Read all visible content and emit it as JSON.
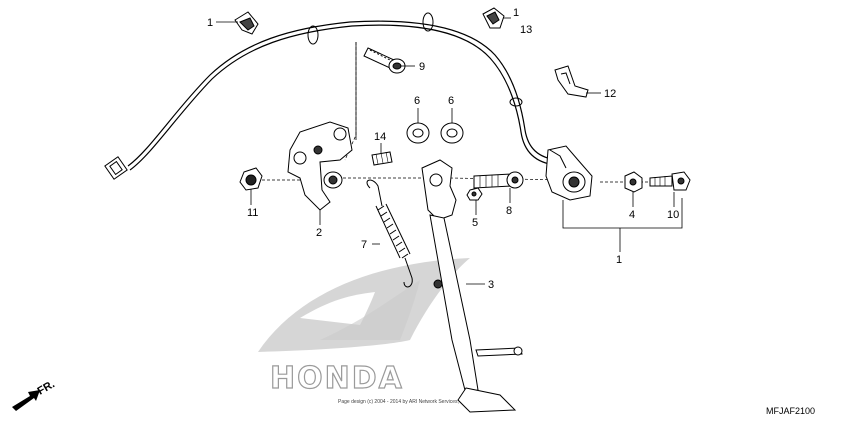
{
  "diagram": {
    "callouts": [
      {
        "id": "c1a",
        "text": "1"
      },
      {
        "id": "c1b",
        "text": "1"
      },
      {
        "id": "c13",
        "text": "13"
      },
      {
        "id": "c9",
        "text": "9"
      },
      {
        "id": "c12",
        "text": "12"
      },
      {
        "id": "c6a",
        "text": "6"
      },
      {
        "id": "c6b",
        "text": "6"
      },
      {
        "id": "c14",
        "text": "14"
      },
      {
        "id": "c11",
        "text": "11"
      },
      {
        "id": "c2",
        "text": "2"
      },
      {
        "id": "c5",
        "text": "5"
      },
      {
        "id": "c8",
        "text": "8"
      },
      {
        "id": "c4",
        "text": "4"
      },
      {
        "id": "c10",
        "text": "10"
      },
      {
        "id": "c7",
        "text": "7"
      },
      {
        "id": "c3",
        "text": "3"
      },
      {
        "id": "c1c",
        "text": "1"
      }
    ],
    "watermark_text": "HONDA",
    "copyright_text": "Page design (c) 2004 - 2014 by ARI Network Services, Inc.",
    "front_label": "FR.",
    "diagram_code": "MFJAF2100"
  },
  "colors": {
    "line": "#000000",
    "watermark": "#9a9a9a"
  }
}
